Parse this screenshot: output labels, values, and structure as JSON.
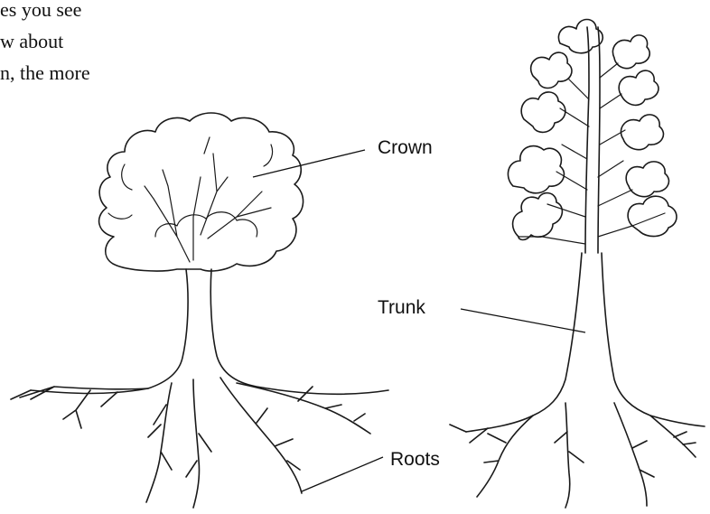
{
  "intro_text": [
    "es you see",
    "w about",
    "n, the more"
  ],
  "labels": {
    "crown": "Crown",
    "trunk": "Trunk",
    "roots": "Roots"
  }
}
